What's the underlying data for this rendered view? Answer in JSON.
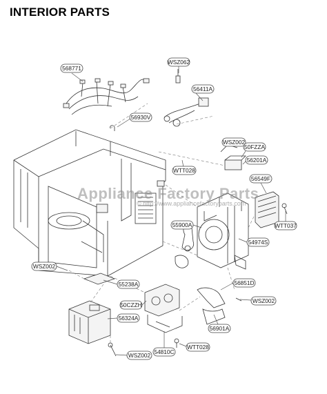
{
  "title": "INTERIOR PARTS",
  "watermark": {
    "text": "Appliance Factory Parts",
    "url": "© http://www.appliancefactoryparts.com"
  },
  "callouts": [
    "568771",
    "WSZ062",
    "56411A",
    "56930V",
    "WSZ002",
    "50FZZA",
    "56201A",
    "WTT028",
    "56549F",
    "WTT037",
    "55900A",
    "54974S",
    "WSZ002",
    "55238A",
    "56851D",
    "50CZZH",
    "WSZ002",
    "56324A",
    "56901A",
    "54810C",
    "WTT028",
    "WSZ002"
  ]
}
